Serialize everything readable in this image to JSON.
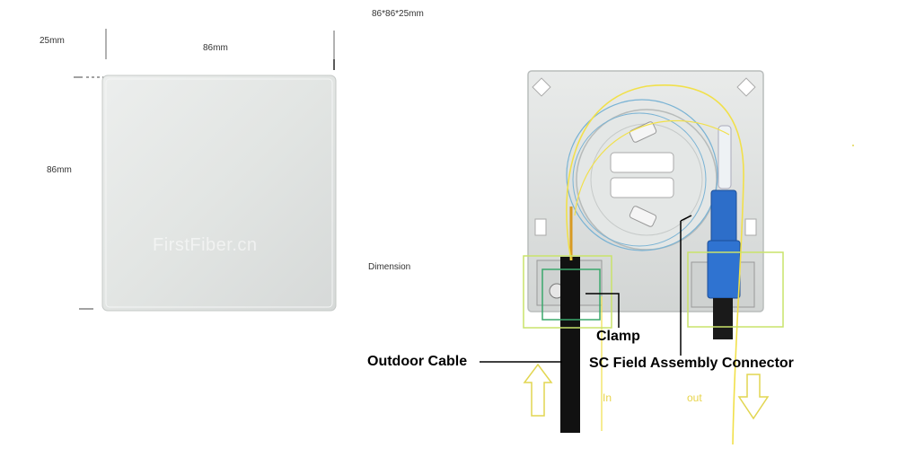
{
  "title": "86*86*25mm",
  "left_panel": {
    "depth_label": "25mm",
    "width_label": "86mm",
    "height_label": "86mm",
    "watermark": "FirstFiber.cn"
  },
  "right_panel": {
    "dimension_label": "Dimension",
    "clamp_label": "Clamp",
    "outdoor_cable_label": "Outdoor Cable",
    "connector_label": "SC Field Assembly Connector",
    "in_label": "In",
    "out_label": "out"
  },
  "colors": {
    "panel_face": "#e3e6e4",
    "box_inner": "#d9dcdb",
    "highlight_box": "#c9e36a",
    "green_box": "#3aa86c",
    "fiber_yellow": "#f1e04a",
    "connector_blue": "#2d6ec9"
  }
}
